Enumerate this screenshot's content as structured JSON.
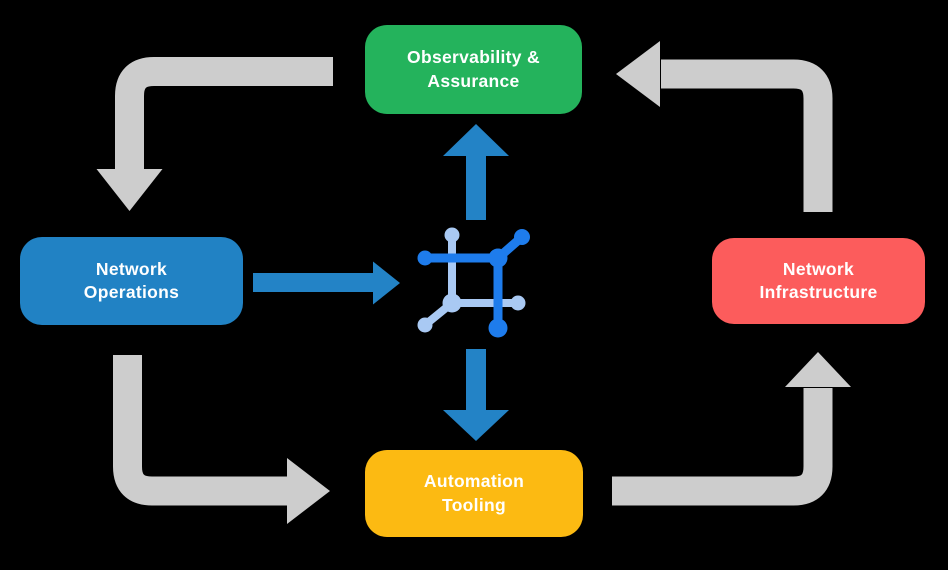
{
  "background": "#000000",
  "palette": {
    "arrow_gray": "#cdcdcd",
    "arrow_blue": "#2383c6",
    "icon_dark_blue": "#1e7cec",
    "icon_light_blue": "#a9c9f3",
    "label_text": "#ffffff"
  },
  "nodes": {
    "observability": {
      "label": "Observability &\nAssurance",
      "color": "#24b35c"
    },
    "operations": {
      "label": "Network\nOperations",
      "color": "#2182c4"
    },
    "infrastructure": {
      "label": "Network\nInfrastructure",
      "color": "#fc5c5c"
    },
    "automation": {
      "label": "Automation\nTooling",
      "color": "#fcba12"
    }
  },
  "hub": {
    "icon": "network-fabric-icon"
  },
  "edges": [
    {
      "from": "observability",
      "to": "operations",
      "style": "gray-elbow"
    },
    {
      "from": "operations",
      "to": "automation",
      "style": "gray-elbow"
    },
    {
      "from": "automation",
      "to": "infrastructure",
      "style": "gray-elbow"
    },
    {
      "from": "infrastructure",
      "to": "observability",
      "style": "gray-elbow"
    },
    {
      "from": "operations",
      "to": "hub",
      "style": "blue-straight"
    },
    {
      "from": "hub",
      "to": "observability",
      "style": "blue-straight"
    },
    {
      "from": "hub",
      "to": "automation",
      "style": "blue-straight"
    }
  ]
}
